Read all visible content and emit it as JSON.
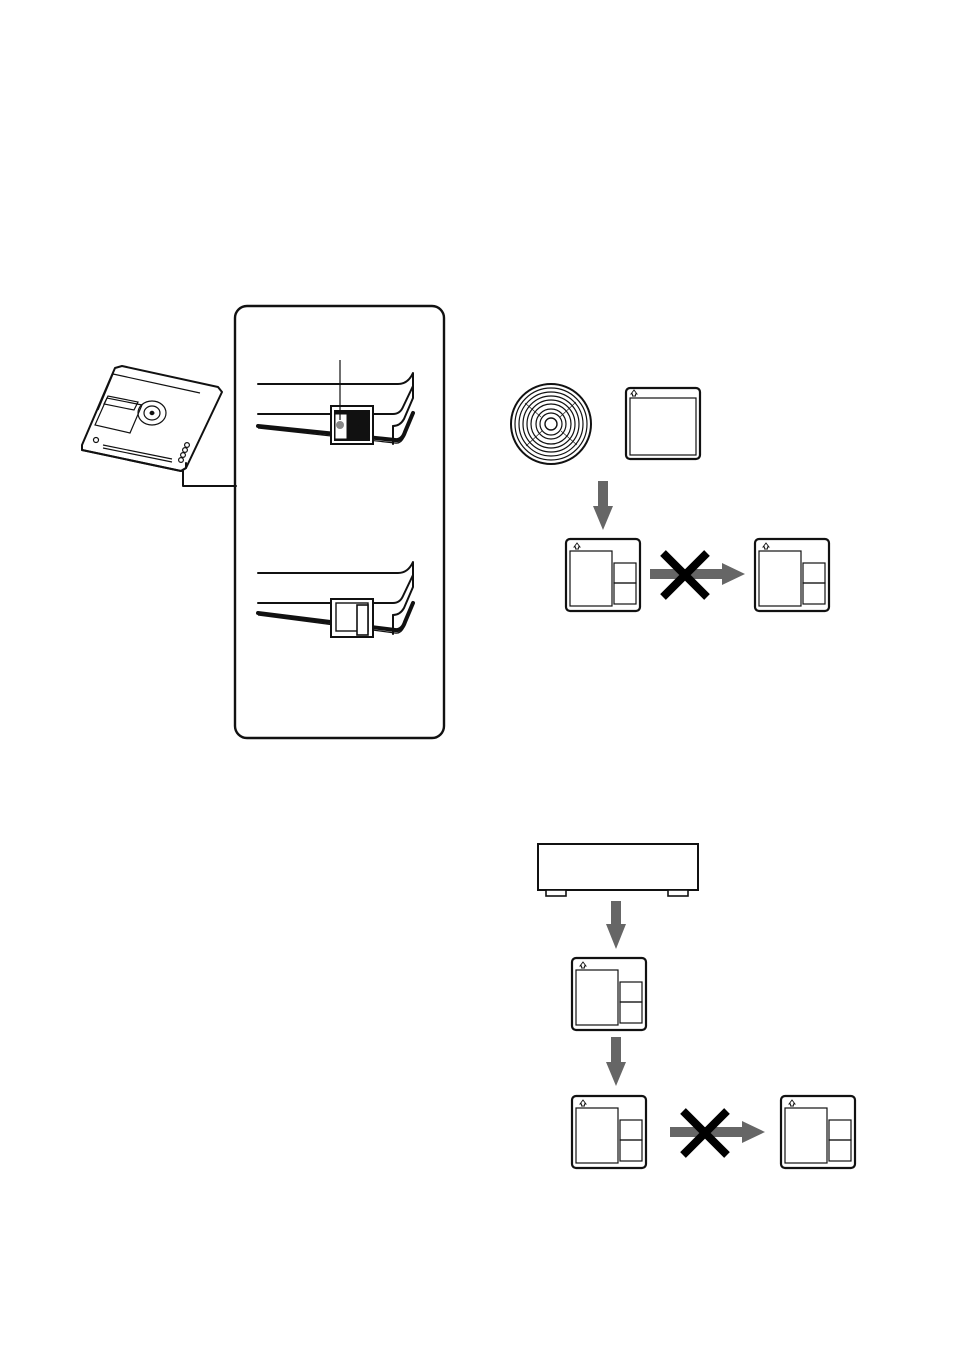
{
  "figure": {
    "panels": [
      {
        "id": "md-write-protect",
        "elements": [
          "md-disc",
          "write-protect-callout",
          "slot-closed",
          "slot-open"
        ]
      },
      {
        "id": "digital-source-copy",
        "elements": [
          "cd-disc",
          "md-source",
          "md-first-copy",
          "md-second-copy"
        ],
        "second_copy_allowed": false
      },
      {
        "id": "analog-source-copy",
        "elements": [
          "source-component",
          "md-first-copy",
          "md-second-copy",
          "md-third-copy"
        ],
        "third_copy_allowed": false
      }
    ]
  },
  "colors": {
    "ink": "#111111",
    "arrow": "#666666",
    "cross": "#000000",
    "tab_fill": "#111111",
    "background": "#ffffff"
  },
  "icons": {
    "cross": "cross-mark-icon",
    "arrow_down": "arrow-down-icon",
    "arrow_right": "arrow-right-icon",
    "arrow_up_small": "arrow-up-icon"
  }
}
